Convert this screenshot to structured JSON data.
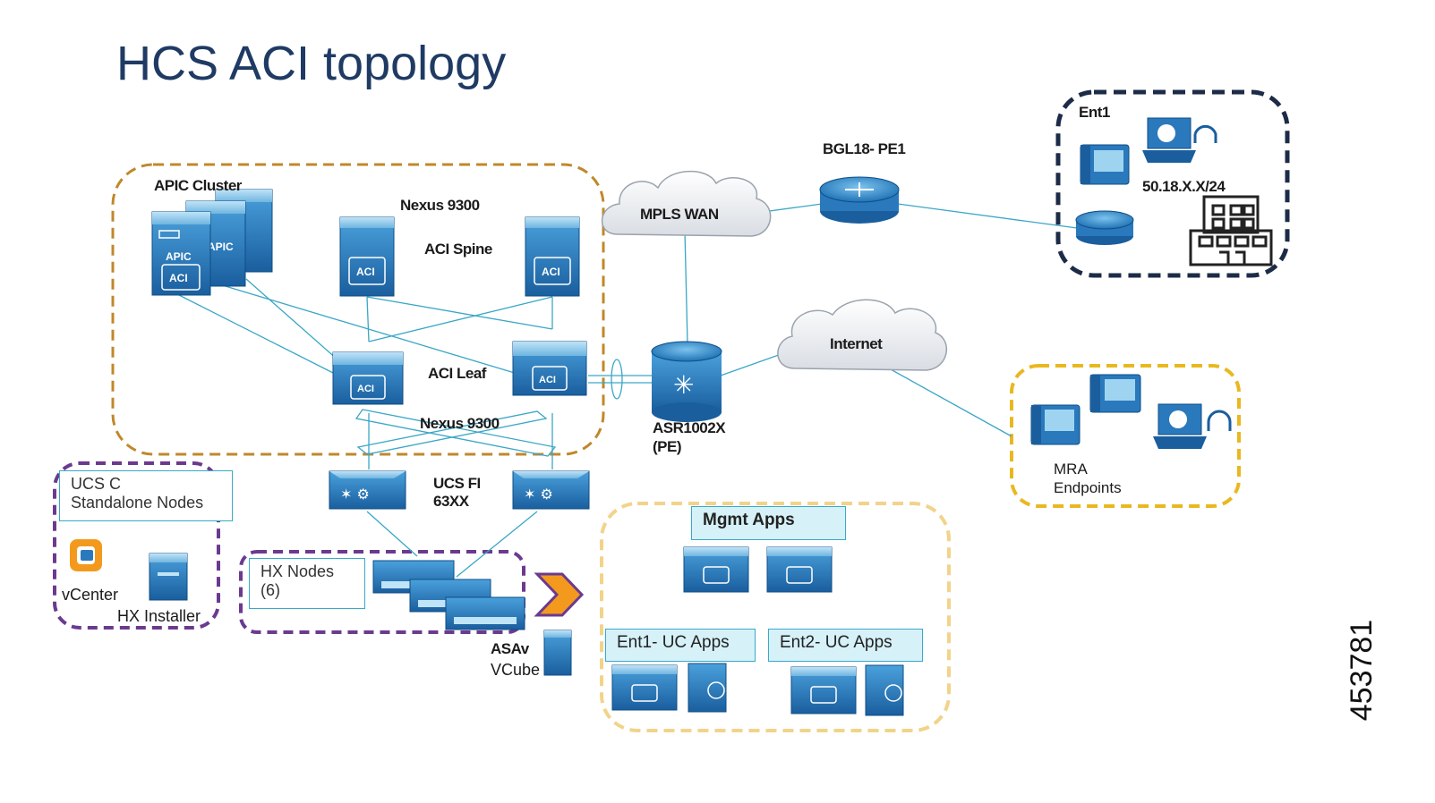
{
  "title": "HCS ACI topology",
  "labels": {
    "apic_cluster": "APIC Cluster",
    "nexus_top": "Nexus 9300",
    "aci_spine": "ACI Spine",
    "aci_leaf": "ACI Leaf",
    "nexus_bottom": "Nexus 9300",
    "ucs_fi": "UCS FI",
    "ucs_fi_model": "63XX",
    "mpls_wan": "MPLS WAN",
    "bgl_pe": "BGL18- PE1",
    "internet": "Internet",
    "asr": "ASR1002X",
    "asr_pe": "(PE)",
    "ent1": "Ent1",
    "subnet": "50.18.X.X/24",
    "mra": "MRA",
    "endpoints": "Endpoints",
    "ucs_c_line1": "UCS C",
    "ucs_c_line2": "Standalone Nodes",
    "vcenter": "vCenter",
    "hx_installer": "HX Installer",
    "hx_nodes_line1": "HX Nodes",
    "hx_nodes_line2": "(6)",
    "asav": "ASAv",
    "vcube": "VCube",
    "mgmt_apps": "Mgmt Apps",
    "ent1_uc_apps": "Ent1- UC Apps",
    "ent2_uc_apps": "Ent2- UC Apps",
    "apic_icon_text": "APIC",
    "aci_icon_text": "ACI"
  },
  "figure_id": "453781",
  "colors": {
    "aci_domain_border": "#c0882b",
    "ent1_border": "#1c2b47",
    "mra_border": "#e9b820",
    "mgmt_border": "#f2d38a",
    "ucs_border": "#6b3a8f",
    "link": "#3aa7c6",
    "device_blue": "#1f6fb2",
    "title": "#1f3b64"
  }
}
